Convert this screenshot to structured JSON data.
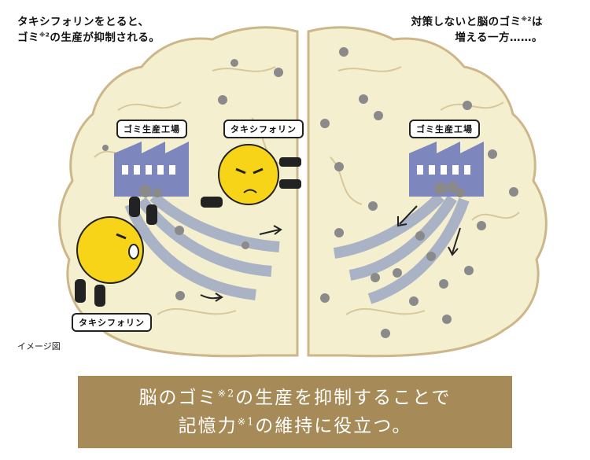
{
  "caption_left": {
    "line1": "タキシフォリンをとると、",
    "line2_pre": "ゴミ",
    "line2_sup": "※2",
    "line2_post": "の生産が抑制される。"
  },
  "caption_right": {
    "line1_pre": "対策しないと脳のゴミ",
    "line1_sup": "※2",
    "line1_post": "は",
    "line2": "増える一方……。"
  },
  "labels": {
    "factory_left": "ゴミ生産工場",
    "factory_right": "ゴミ生産工場",
    "taxifolin_top": "タキシフォリン",
    "taxifolin_bottom": "タキシフォリン"
  },
  "note": "イメージ図",
  "banner": {
    "line1_pre": "脳のゴミ",
    "line1_sup": "※2",
    "line1_post": "の生産を抑制することで",
    "line2_pre": "記憶力",
    "line2_sup": "※1",
    "line2_post": "の維持に役立つ。"
  },
  "colors": {
    "brain": "#f4efcf",
    "brain_line": "#cdb78a",
    "factory": "#7d86bd",
    "belt": "#a9b3c5",
    "character": "#f7d417",
    "banner": "#a68a57"
  }
}
